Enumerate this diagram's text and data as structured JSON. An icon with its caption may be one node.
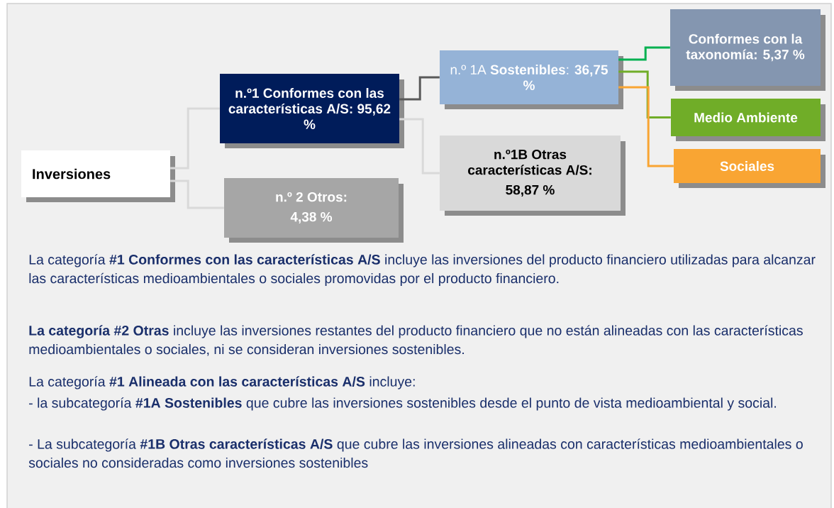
{
  "diagram": {
    "nodes": [
      {
        "text": [
          "Inversiones"
        ]
      },
      {
        "text": [
          "n.º1 Conformes con las características A/S: 95,62 %"
        ]
      },
      {
        "text": [
          "n.º 2 Otros:",
          "4,38 %"
        ]
      },
      {
        "text": [
          "n.º 1A **Sostenibles**: **36,75 %**"
        ]
      },
      {
        "text": [
          "n.º1B Otras características A/S:",
          "58,87 %"
        ]
      },
      {
        "text": [
          "Conformes con la taxonomía: 5,37 %"
        ]
      },
      {
        "text": [
          "Medio Ambiente"
        ]
      },
      {
        "text": [
          "Sociales"
        ]
      }
    ],
    "edges": [
      {
        "from": 0,
        "to": 1,
        "arrow": "none"
      },
      {
        "from": 0,
        "to": 2,
        "arrow": "none"
      },
      {
        "from": 1,
        "to": 3,
        "arrow": "none",
        "color": "#595959"
      },
      {
        "from": 1,
        "to": 4,
        "arrow": "none"
      },
      {
        "from": 3,
        "to": 5,
        "arrow": "none",
        "color": "#00b050"
      },
      {
        "from": 3,
        "to": 6,
        "arrow": "none",
        "color": "#70ad28"
      },
      {
        "from": 3,
        "to": 7,
        "arrow": "none",
        "color": "#f9a533"
      }
    ],
    "labels": [
      "La categoría **#1 Conformes con las características A/S** incluye las inversiones del producto financiero utilizadas para alcanzar las características medioambientales o sociales promovidas por el producto financiero.",
      "**La categoría #2 Otras** incluye las inversiones restantes del producto financiero que no están alineadas con las características medioambientales o sociales, ni se consideran inversiones sostenibles.",
      "La categoría **#1 Alineada con las características A/S** incluye:",
      "- la subcategoría **#1A Sostenibles** que cubre las inversiones sostenibles desde el punto de vista medioambiental y social.",
      "- La subcategoría **#1B Otras características A/S** que cubre las inversiones alineadas con características medioambientales o sociales no consideradas como inversiones sostenibles"
    ]
  }
}
